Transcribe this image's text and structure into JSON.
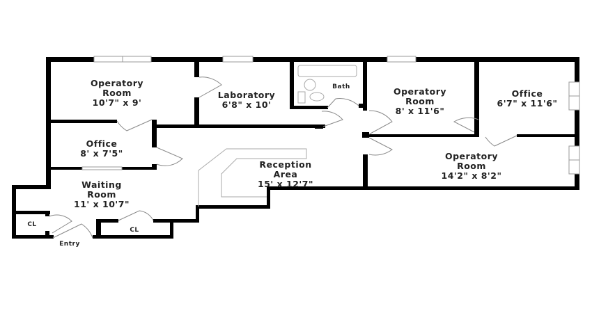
{
  "rooms": [
    {
      "name": "Operatory Room",
      "size": "10'7\" x 9'"
    },
    {
      "name": "Laboratory",
      "size": "6'8\" x 10'"
    },
    {
      "name": "Bath"
    },
    {
      "name": "Operatory Room",
      "size": "8' x 11'6\""
    },
    {
      "name": "Office",
      "size": "6'7\" x 11'6\""
    },
    {
      "name": "Office",
      "size": "8' x 7'5\""
    },
    {
      "name": "Reception Area",
      "size": "15' x 12'7\""
    },
    {
      "name": "Operatory Room",
      "size": "14'2\" x 8'2\""
    },
    {
      "name": "Waiting Room",
      "size": "11' x 10'7\""
    },
    {
      "name": "CL"
    },
    {
      "name": "CL"
    },
    {
      "name": "Entry"
    }
  ]
}
